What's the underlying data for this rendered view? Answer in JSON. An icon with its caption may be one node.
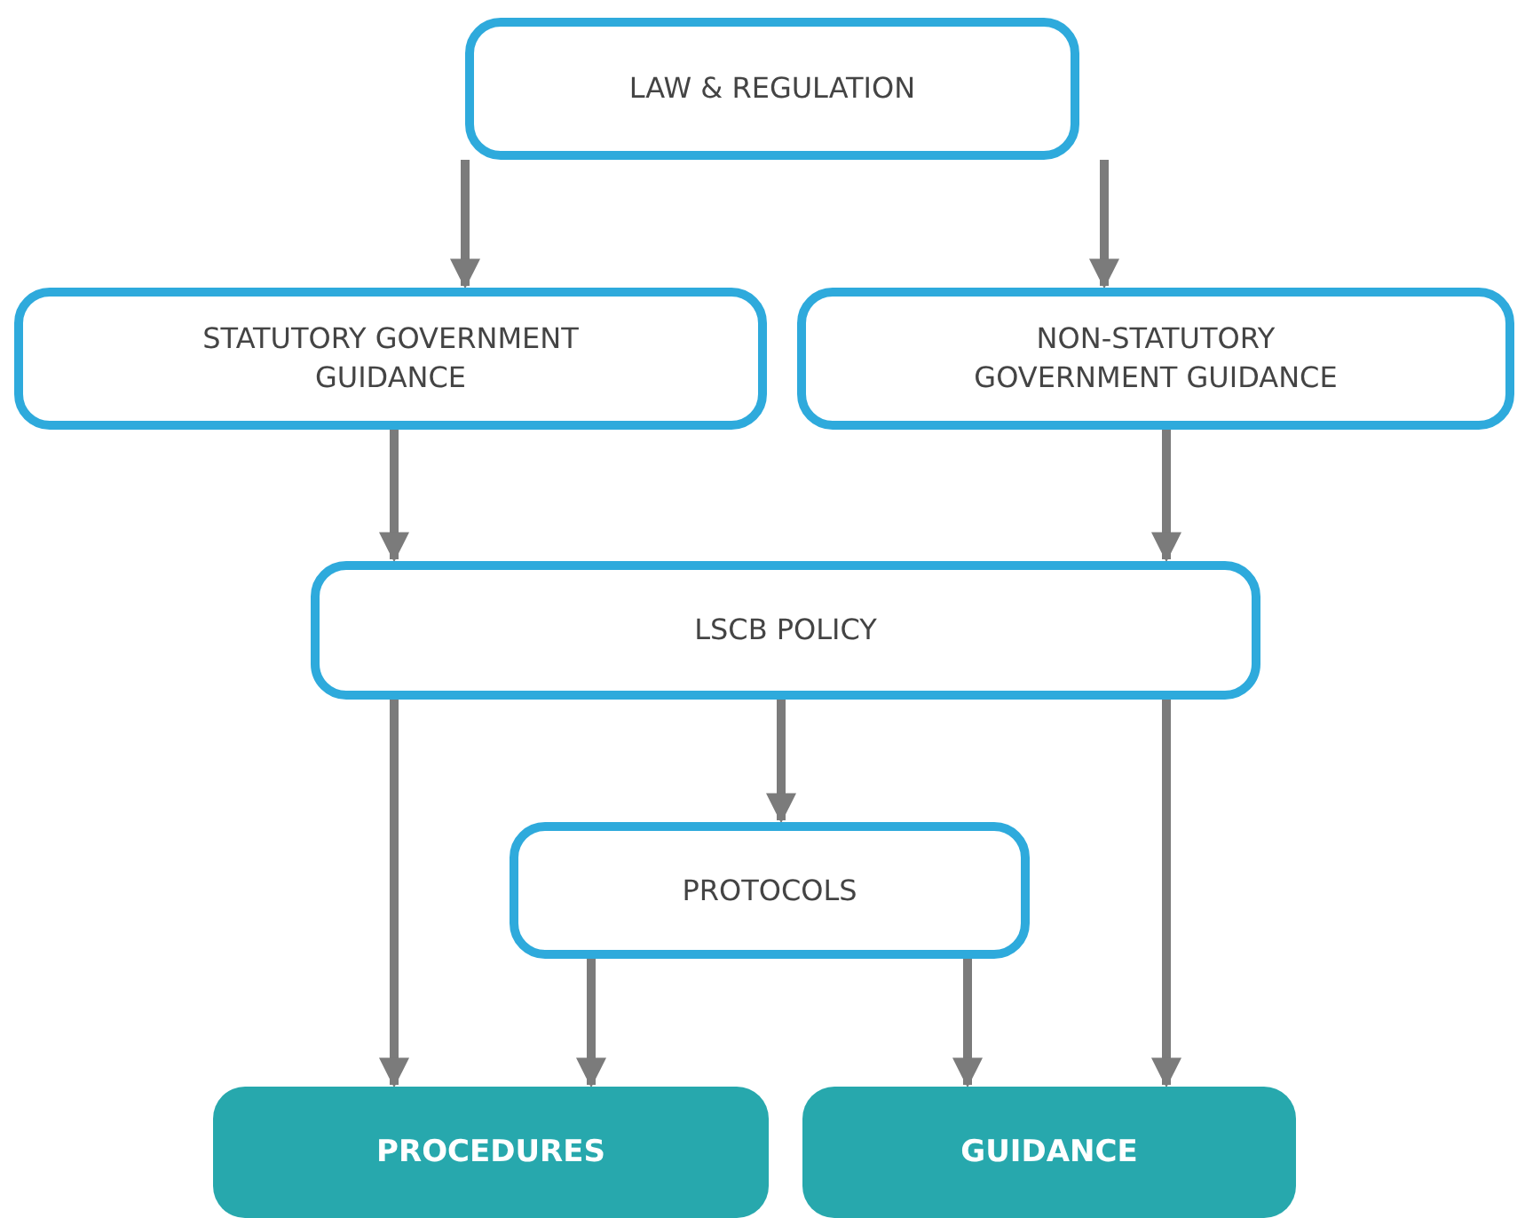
{
  "diagram": {
    "nodes": [
      {
        "text": [
          "LAW & REGULATION"
        ]
      },
      {
        "text": [
          "STATUTORY GOVERNMENT GUIDANCE"
        ]
      },
      {
        "text": [
          "NON-STATUTORY GOVERNMENT GUIDANCE"
        ]
      },
      {
        "text": [
          "LSCB POLICY"
        ]
      },
      {
        "text": [
          "PROTOCOLS"
        ]
      },
      {
        "text": [
          "PROCEDURES"
        ]
      },
      {
        "text": [
          "GUIDANCE"
        ]
      }
    ],
    "edges": [
      {
        "from": 0,
        "to": 1,
        "arrow": "to"
      },
      {
        "from": 0,
        "to": 2,
        "arrow": "to"
      },
      {
        "from": 1,
        "to": 3,
        "arrow": "to"
      },
      {
        "from": 2,
        "to": 3,
        "arrow": "to"
      },
      {
        "from": 3,
        "to": 5,
        "arrow": "to"
      },
      {
        "from": 3,
        "to": 4,
        "arrow": "to"
      },
      {
        "from": 4,
        "to": 5,
        "arrow": "to"
      },
      {
        "from": 4,
        "to": 6,
        "arrow": "to"
      },
      {
        "from": 3,
        "to": 6,
        "arrow": "to"
      }
    ]
  }
}
